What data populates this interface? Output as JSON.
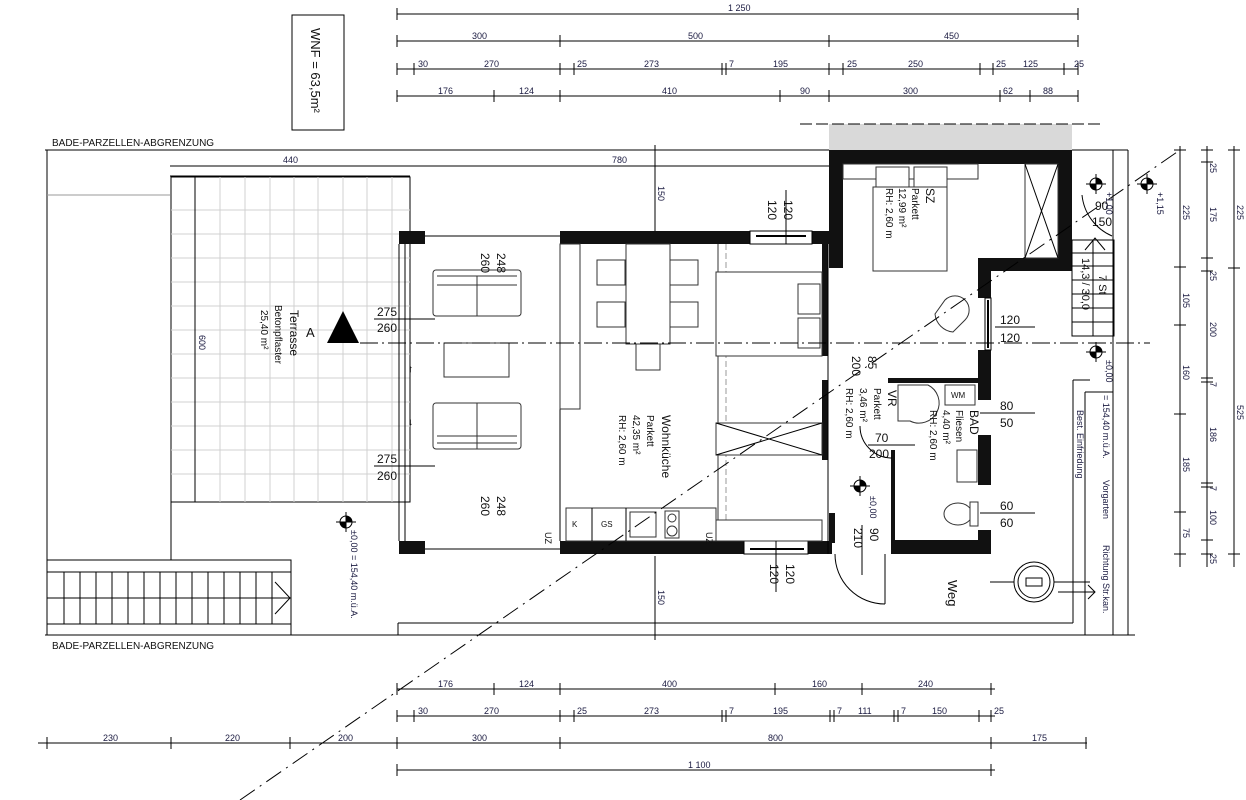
{
  "drawing": {
    "wnf_label": "WNF = 63,5m²",
    "parcel_boundary_top": "BADE-PARZELLEN-ABGRENZUNG",
    "parcel_boundary_bottom": "BADE-PARZELLEN-ABGRENZUNG",
    "section_marker": "A",
    "level_marker_main": "±0,00 = 154,40 m.ü.A.",
    "level_marker_hall": "±0,00",
    "level_marker_stair_top": "+1,00",
    "level_marker_stair_bottom": "±0,00",
    "level_marker_outside": "+1,15",
    "level_right_text": "= 154,40 m.ü.A."
  },
  "top_dimensions": {
    "row1": [
      "1 250"
    ],
    "row2": [
      "300",
      "500",
      "450"
    ],
    "row3": [
      "30",
      "270",
      "25",
      "273",
      "7",
      "195",
      "25",
      "250",
      "25",
      "125",
      "25"
    ],
    "row4": [
      "176",
      "124",
      "410",
      "90",
      "300",
      "62",
      "88"
    ]
  },
  "bottom_dimensions": {
    "row1": [
      "176",
      "124",
      "400",
      "160",
      "240"
    ],
    "row2": [
      "30",
      "270",
      "25",
      "273",
      "7",
      "195",
      "7",
      "111",
      "7",
      "150",
      "25"
    ],
    "row3": [
      "300",
      "800",
      "175"
    ],
    "row4": [
      "1 100"
    ],
    "row_left": [
      "230",
      "220",
      "200"
    ]
  },
  "right_dimensions": {
    "col1": [
      "225",
      "105",
      "160",
      "185",
      "75"
    ],
    "col2": [
      "25",
      "175",
      "25",
      "200",
      "7",
      "186",
      "7",
      "100",
      "25"
    ],
    "col3": [
      "225",
      "525"
    ]
  },
  "site_dimensions": {
    "terrace_width": "440",
    "front_width": "780",
    "terrace_depth": "600",
    "setback_top": "150",
    "setback_bottom": "150"
  },
  "rooms": [
    {
      "name": "Terrasse",
      "floor": "Betonpflaster",
      "area": "25,40 m²"
    },
    {
      "name": "Wohnküche",
      "floor": "Parkett",
      "area": "42,35 m²",
      "height": "RH: 2,60 m"
    },
    {
      "name": "SZ",
      "floor": "Parkett",
      "area": "12,99 m²",
      "height": "RH: 2,60 m"
    },
    {
      "name": "VR",
      "floor": "Parkett",
      "area": "3,46 m²",
      "height": "RH: 2,60 m"
    },
    {
      "name": "BAD",
      "floor": "Fliesen",
      "area": "4,40 m²",
      "height": "RH: 2,60 m"
    }
  ],
  "openings": {
    "living_top": [
      "248",
      "260"
    ],
    "living_bottom": [
      "248",
      "260"
    ],
    "living_left_upper": [
      "275",
      "260"
    ],
    "living_left_lower": [
      "275",
      "260"
    ],
    "kitchen_top_window": [
      "120",
      "120"
    ],
    "kitchen_bottom_window": [
      "120",
      "120"
    ],
    "sz_side_window": [
      "120",
      "120"
    ],
    "vr_door": [
      "85",
      "200"
    ],
    "bad_door": [
      "70",
      "200"
    ],
    "entrance_door": [
      "90",
      "210"
    ],
    "bad_window_upper": [
      "80",
      "50"
    ],
    "bad_window_lower": [
      "60",
      "60"
    ],
    "stair_door": [
      "90",
      "150"
    ]
  },
  "stair": {
    "count": "7 St",
    "ratio": "14,3 / 30,0"
  },
  "kitchen": {
    "k": "K",
    "gs": "GS",
    "uz1": "UZ",
    "uz2": "UZ"
  },
  "bathroom": {
    "wm": "WM"
  },
  "outside": {
    "path": "Weg",
    "fence": "Best. Einfriedung",
    "front_garden": "Vorgarten",
    "sewer": "Richtung Str.kan."
  }
}
